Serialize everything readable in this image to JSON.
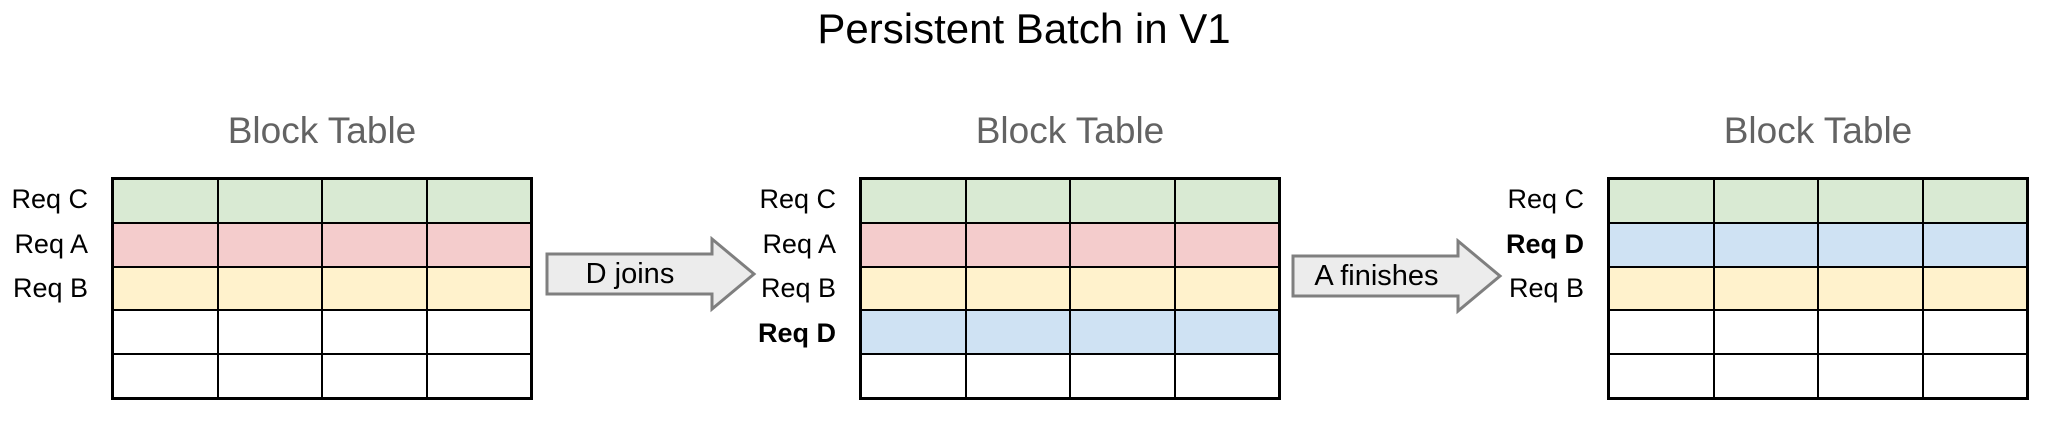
{
  "title": "Persistent Batch in V1",
  "colors": {
    "heading": "#636363",
    "border": "#000000",
    "green": "#d9ead3",
    "pink": "#f4cccc",
    "yellow": "#fff2cc",
    "blue": "#cfe2f3",
    "white": "#ffffff",
    "arrow_fill": "#ececec",
    "arrow_stroke": "#7f7f7f"
  },
  "panels": [
    {
      "heading": "Block Table",
      "rows": [
        {
          "label": "Req C",
          "fill": "#d9ead3",
          "weight": "normal"
        },
        {
          "label": "Req A",
          "fill": "#f4cccc",
          "weight": "normal"
        },
        {
          "label": "Req B",
          "fill": "#fff2cc",
          "weight": "normal"
        },
        {
          "label": "",
          "fill": "#ffffff",
          "weight": "normal"
        },
        {
          "label": "",
          "fill": "#ffffff",
          "weight": "normal"
        }
      ]
    },
    {
      "heading": "Block Table",
      "rows": [
        {
          "label": "Req C",
          "fill": "#d9ead3",
          "weight": "normal"
        },
        {
          "label": "Req A",
          "fill": "#f4cccc",
          "weight": "normal"
        },
        {
          "label": "Req B",
          "fill": "#fff2cc",
          "weight": "normal"
        },
        {
          "label": "Req D",
          "fill": "#cfe2f3",
          "weight": "bold"
        },
        {
          "label": "",
          "fill": "#ffffff",
          "weight": "normal"
        }
      ]
    },
    {
      "heading": "Block Table",
      "rows": [
        {
          "label": "Req C",
          "fill": "#d9ead3",
          "weight": "normal"
        },
        {
          "label": "Req D",
          "fill": "#cfe2f3",
          "weight": "bold"
        },
        {
          "label": "Req B",
          "fill": "#fff2cc",
          "weight": "normal"
        },
        {
          "label": "",
          "fill": "#ffffff",
          "weight": "normal"
        },
        {
          "label": "",
          "fill": "#ffffff",
          "weight": "normal"
        }
      ]
    }
  ],
  "arrows": [
    {
      "label": "D joins"
    },
    {
      "label": "A finishes"
    }
  ]
}
